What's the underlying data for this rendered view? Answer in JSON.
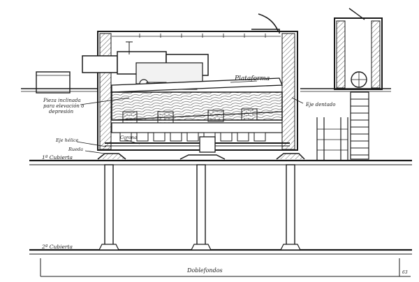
{
  "labels": {
    "plataforma": "Plataforma",
    "pieza_inclinada_1": "Pieza inclinada",
    "pieza_inclinada_2": "para elevación o",
    "pieza_inclinada_3": "depresión",
    "eje_dentado": "Eje dentado",
    "eje_helice": "Eje hélice",
    "corona": "Corona",
    "rueda": "Rueda",
    "cubierta_1": "1ª Cubierta",
    "cubierta_2": "2ª Cubierta",
    "doble_fondo": "Doblefondos",
    "page_no": "63"
  },
  "colors": {
    "ink": "#1a1a1a",
    "paper": "#ffffff"
  }
}
